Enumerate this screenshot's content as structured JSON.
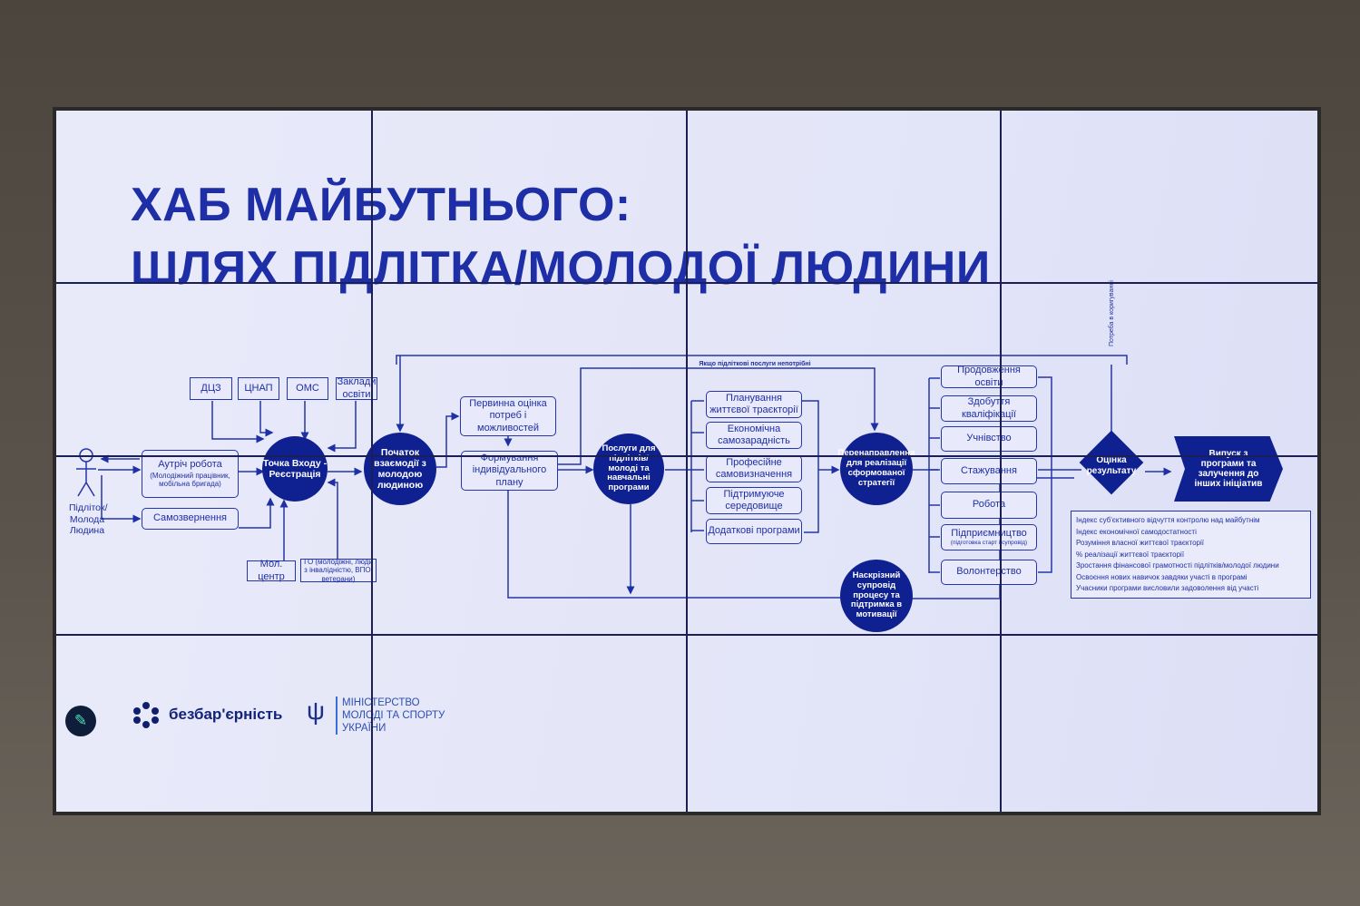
{
  "title": {
    "line1": "ХАБ МАЙБУТНЬОГО:",
    "line2": "ШЛЯХ ПІДЛІТКА/МОЛОДОЇ ЛЮДИНИ"
  },
  "actor": {
    "label": "Підліток/ Молода Людина"
  },
  "sources": [
    "ДЦЗ",
    "ЦНАП",
    "ОМС",
    "Заклади освіти"
  ],
  "entry": {
    "outreach": "Аутріч робота",
    "outreach_note": "(Молодіжний працівник, мобільна бригада)",
    "self": "Самозвернення",
    "youth_center": "Мол. центр",
    "ngo": "ГО (молодіжні, люди з інвалідністю, ВПО, ветерани)"
  },
  "nodes": {
    "entry_point": "Точка Входу - Реєстрація",
    "start": "Початок взаємодії з молодою людиною",
    "assessment": "Первинна оцінка потреб і можливостей",
    "plan": "Формування індивідуального плану",
    "services": "Послуги для підлітків/ молоді та навчальні програми",
    "redirect": "Перенаправлення для реалізації сформованої стратегії",
    "support": "Наскрізний супровід процесу та підтримка в мотивації",
    "evaluation": "Оцінка результату",
    "exit": "Випуск з програми та залучення до інших ініціатив",
    "skip_label": "Якщо підліткові послуги непотрібні",
    "correction_label": "Потреба в коригуванні"
  },
  "services": [
    "Планування життєвої траєкторії",
    "Економічна самозарадність",
    "Професійне самовизначення",
    "Підтримуюче середовище",
    "Додаткові програми"
  ],
  "outcomes": [
    "Продовження освіти",
    "Здобуття кваліфікації",
    "Учнівство",
    "Стажування",
    "Робота",
    "Підприємництво",
    "Волонтерство"
  ],
  "outcome_note": "(підготовка старт і супровід)",
  "metrics": [
    "Індекс суб'єктивного відчуття контролю над майбутнім",
    "Індекс економічної самодостатності",
    "Розуміння власної життєвої траєкторії",
    "% реалізації життєвої траєкторії",
    "Зростання фінансової грамотності підлітків/молодої людини",
    "Освоєння нових навичок завдяки участі в програмі",
    "Учасники програми висловили задоволення від участі"
  ],
  "footer": {
    "brand": "безбар'єрність",
    "ministry": [
      "МІНІСТЕРСТВО",
      "МОЛОДІ ТА СПОРТУ",
      "УКРАЇНИ"
    ]
  },
  "colors": {
    "primary": "#0f2191",
    "text": "#1d2ea6",
    "screen": "#e5e7f8"
  }
}
